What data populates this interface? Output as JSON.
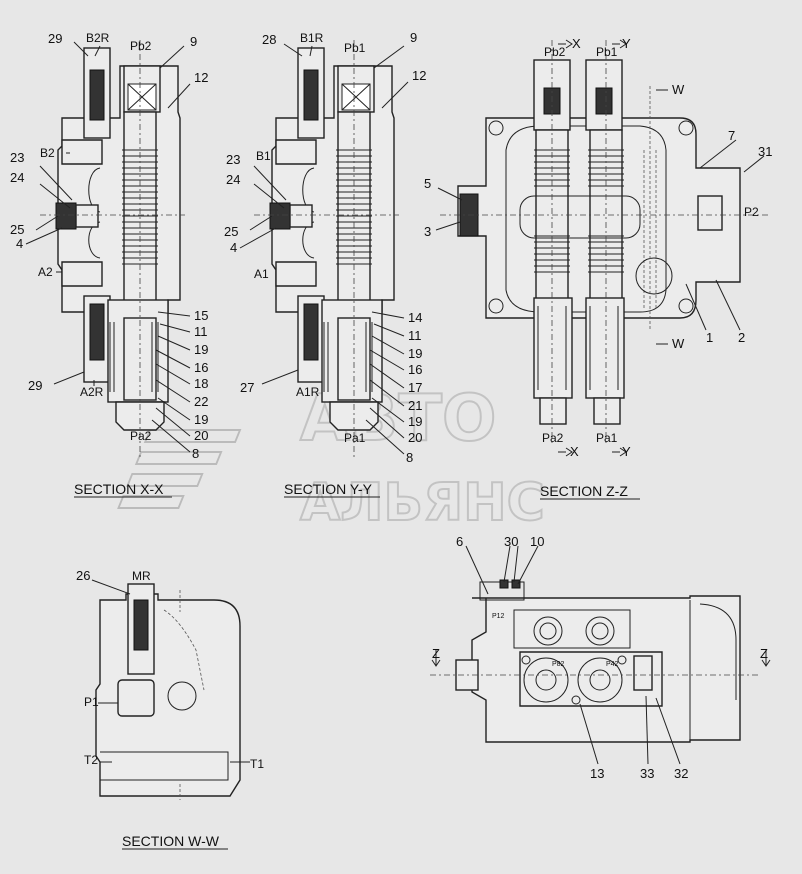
{
  "watermark": {
    "line1": "АВТО",
    "line2": "АЛЬЯНС"
  },
  "sections": {
    "xx": {
      "title": "SECTION X-X",
      "ports": [
        "B2R",
        "Pb2",
        "B2",
        "A2",
        "A2R",
        "Pa2"
      ],
      "callouts": [
        "29",
        "9",
        "12",
        "23",
        "24",
        "25",
        "4",
        "15",
        "11",
        "19",
        "16",
        "18",
        "22",
        "19",
        "20",
        "8",
        "29"
      ]
    },
    "yy": {
      "title": "SECTION Y-Y",
      "ports": [
        "B1R",
        "Pb1",
        "B1",
        "A1",
        "A1R",
        "Pa1"
      ],
      "callouts": [
        "28",
        "9",
        "12",
        "23",
        "24",
        "25",
        "4",
        "14",
        "11",
        "19",
        "16",
        "17",
        "21",
        "19",
        "20",
        "8",
        "27"
      ]
    },
    "zz": {
      "title": "SECTION Z-Z",
      "ports": [
        "Pb2",
        "Pb1",
        "P2",
        "Pa2",
        "Pa1"
      ],
      "markers": [
        "X",
        "Y",
        "W",
        "W",
        "X",
        "Y"
      ],
      "callouts": [
        "7",
        "31",
        "5",
        "3",
        "1",
        "2"
      ]
    },
    "ww": {
      "title": "SECTION W-W",
      "ports": [
        "MR",
        "P1",
        "T2",
        "T1"
      ],
      "callouts": [
        "26"
      ]
    },
    "ext": {
      "markers": [
        "Z",
        "Z"
      ],
      "plate": [
        "P12",
        "P82",
        "P42"
      ],
      "callouts": [
        "6",
        "30",
        "10",
        "13",
        "33",
        "32"
      ]
    }
  }
}
